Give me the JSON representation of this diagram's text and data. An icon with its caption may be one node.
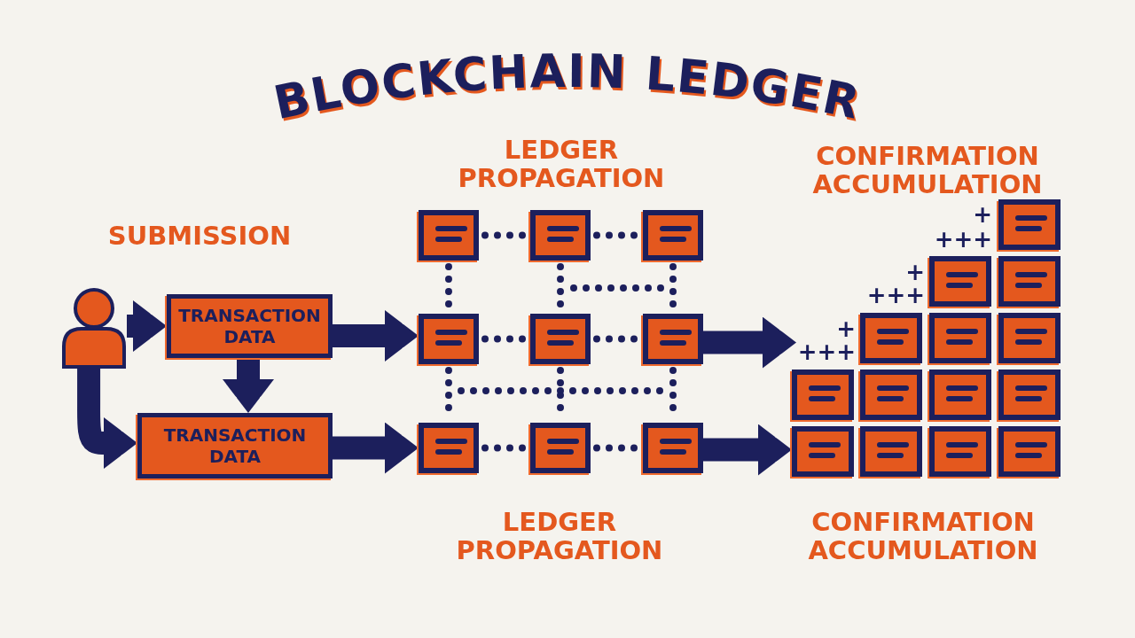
{
  "diagram": {
    "title": "BLOCKCHAIN LEDGER",
    "nodes": [
      {
        "text": [],
        "shape": "person"
      },
      {
        "text": [
          "TRANSACTION DATA"
        ]
      },
      {
        "text": [
          "TRANSACTION DATA"
        ]
      },
      {
        "text": [],
        "shape": "box"
      },
      {
        "text": [],
        "shape": "box"
      },
      {
        "text": [],
        "shape": "box"
      },
      {
        "text": [],
        "shape": "box"
      },
      {
        "text": [],
        "shape": "box"
      },
      {
        "text": [],
        "shape": "box"
      },
      {
        "text": [],
        "shape": "box"
      },
      {
        "text": [],
        "shape": "box"
      },
      {
        "text": [],
        "shape": "box"
      },
      {
        "text": [],
        "shape": "box"
      },
      {
        "text": [],
        "shape": "box"
      },
      {
        "text": [],
        "shape": "box"
      },
      {
        "text": [],
        "shape": "box"
      },
      {
        "text": [],
        "shape": "box"
      },
      {
        "text": [],
        "shape": "box"
      },
      {
        "text": [],
        "shape": "box"
      },
      {
        "text": [],
        "shape": "box"
      },
      {
        "text": [],
        "shape": "box"
      },
      {
        "text": [],
        "shape": "box"
      },
      {
        "text": [],
        "shape": "box"
      },
      {
        "text": [],
        "shape": "box"
      },
      {
        "text": [],
        "shape": "box"
      },
      {
        "text": [],
        "shape": "box"
      },
      {
        "text": [
          "+++"
        ]
      }
    ],
    "edges": [
      {
        "from": 0,
        "to": 1,
        "arrow": "to",
        "style": "thick"
      },
      {
        "from": 0,
        "to": 2,
        "arrow": "to",
        "style": "thick"
      },
      {
        "from": 1,
        "to": 2,
        "arrow": "to",
        "style": "thick"
      },
      {
        "from": 1,
        "to": 6,
        "arrow": "to",
        "style": "thick"
      },
      {
        "from": 2,
        "to": 9,
        "arrow": "to",
        "style": "thick"
      },
      {
        "from": 8,
        "to": 26,
        "arrow": "to",
        "style": "thick"
      },
      {
        "from": 11,
        "to": 22,
        "arrow": "to",
        "style": "thick"
      },
      {
        "from": 3,
        "to": 4,
        "arrow": "none",
        "style": "dashed"
      },
      {
        "from": 4,
        "to": 5,
        "arrow": "none",
        "style": "dashed"
      },
      {
        "from": 3,
        "to": 6,
        "arrow": "none",
        "style": "dashed"
      },
      {
        "from": 4,
        "to": 7,
        "arrow": "none",
        "style": "dashed"
      },
      {
        "from": 5,
        "to": 8,
        "arrow": "none",
        "style": "dashed"
      },
      {
        "from": 6,
        "to": 7,
        "arrow": "none",
        "style": "dashed"
      },
      {
        "from": 7,
        "to": 8,
        "arrow": "none",
        "style": "dashed"
      },
      {
        "from": 6,
        "to": 9,
        "arrow": "none",
        "style": "dashed"
      },
      {
        "from": 7,
        "to": 10,
        "arrow": "none",
        "style": "dashed"
      },
      {
        "from": 8,
        "to": 11,
        "arrow": "none",
        "style": "dashed"
      },
      {
        "from": 9,
        "to": 10,
        "arrow": "none",
        "style": "dashed"
      },
      {
        "from": 10,
        "to": 11,
        "arrow": "none",
        "style": "dashed"
      }
    ],
    "labels": [
      "LEDGER PROPAGATION",
      "CONFIRMATION ACCUMULATION",
      "+",
      "SUBMISSION",
      "+++",
      "+",
      "+++",
      "+",
      "LEDGER PROPAGATION",
      "CONFIRMATION ACCUMULATION"
    ]
  }
}
